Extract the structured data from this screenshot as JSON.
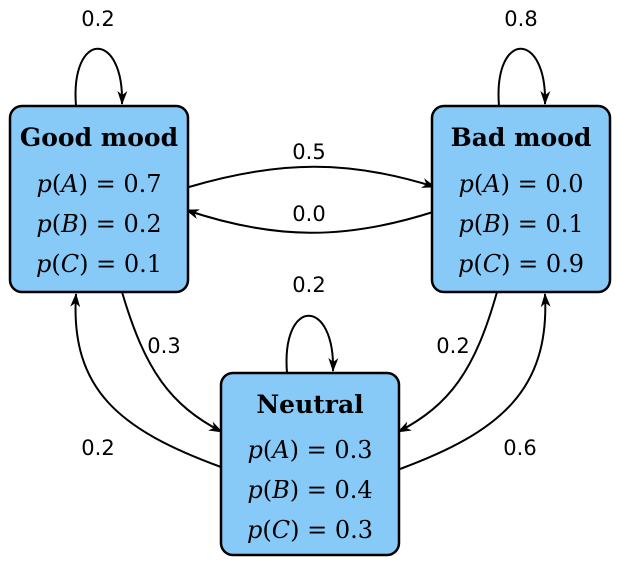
{
  "states": {
    "good": {
      "title": "Good mood",
      "probs": [
        {
          "var": "A",
          "value": "0.7"
        },
        {
          "var": "B",
          "value": "0.2"
        },
        {
          "var": "C",
          "value": "0.1"
        }
      ]
    },
    "bad": {
      "title": "Bad mood",
      "probs": [
        {
          "var": "A",
          "value": "0.0"
        },
        {
          "var": "B",
          "value": "0.1"
        },
        {
          "var": "C",
          "value": "0.9"
        }
      ]
    },
    "neutral": {
      "title": "Neutral",
      "probs": [
        {
          "var": "A",
          "value": "0.3"
        },
        {
          "var": "B",
          "value": "0.4"
        },
        {
          "var": "C",
          "value": "0.3"
        }
      ]
    }
  },
  "transitions": {
    "good_to_good": "0.2",
    "bad_to_bad": "0.8",
    "neutral_to_neutral": "0.2",
    "good_to_bad": "0.5",
    "bad_to_good": "0.0",
    "good_to_neutral": "0.3",
    "neutral_to_good": "0.2",
    "bad_to_neutral": "0.2",
    "neutral_to_bad": "0.6"
  },
  "colors": {
    "box_fill": "#87c9f7",
    "stroke": "#000000"
  }
}
